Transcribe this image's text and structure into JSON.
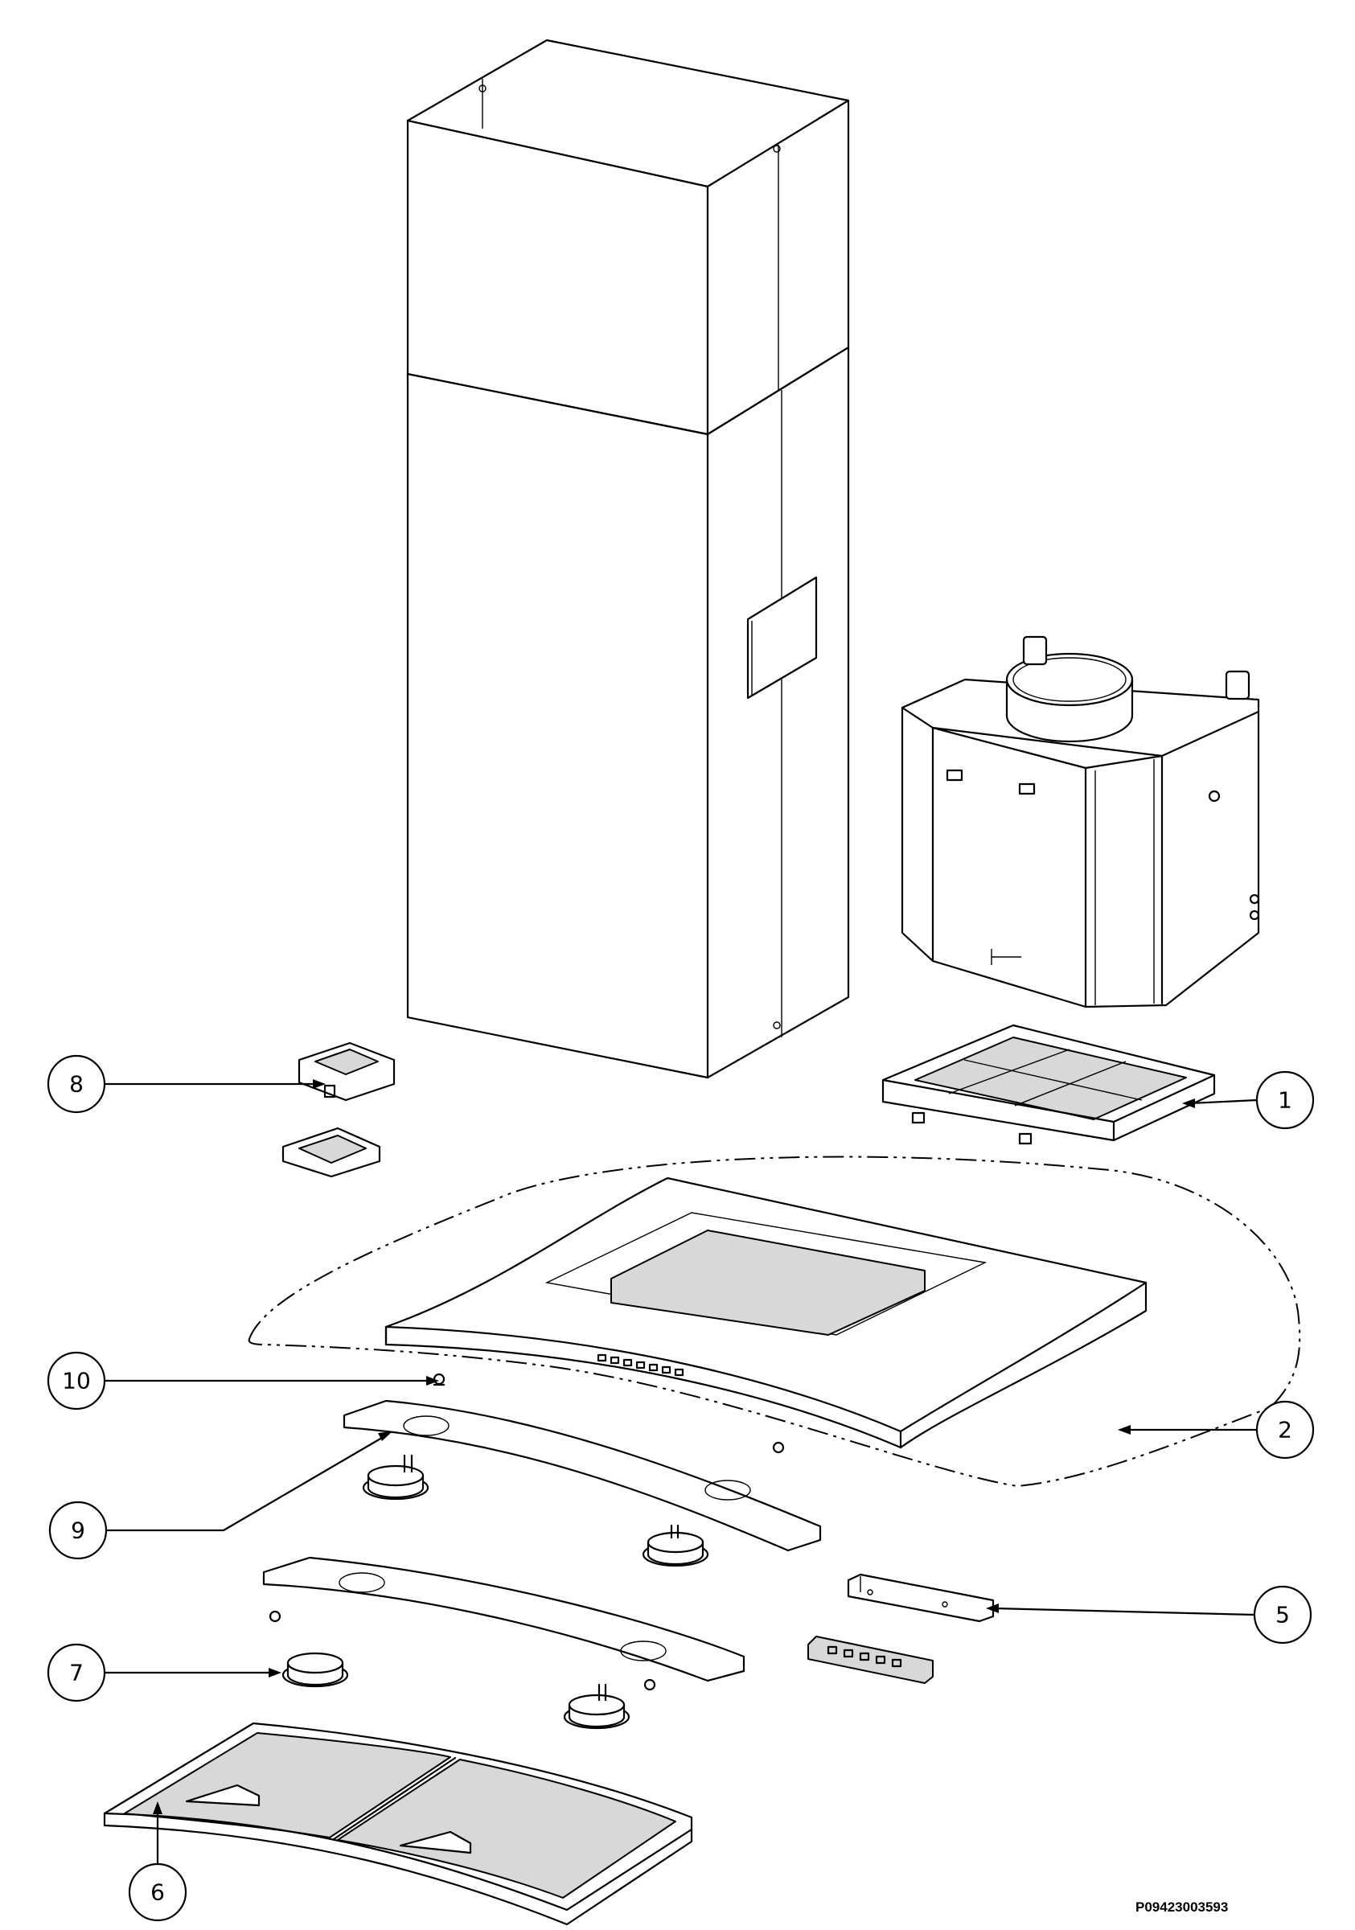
{
  "diagram": {
    "callouts": [
      {
        "id": "1",
        "label": "1"
      },
      {
        "id": "2",
        "label": "2"
      },
      {
        "id": "5",
        "label": "5"
      },
      {
        "id": "6",
        "label": "6"
      },
      {
        "id": "7",
        "label": "7"
      },
      {
        "id": "8",
        "label": "8"
      },
      {
        "id": "9",
        "label": "9"
      },
      {
        "id": "10",
        "label": "10"
      }
    ],
    "drawing_code": "P09423003593"
  }
}
